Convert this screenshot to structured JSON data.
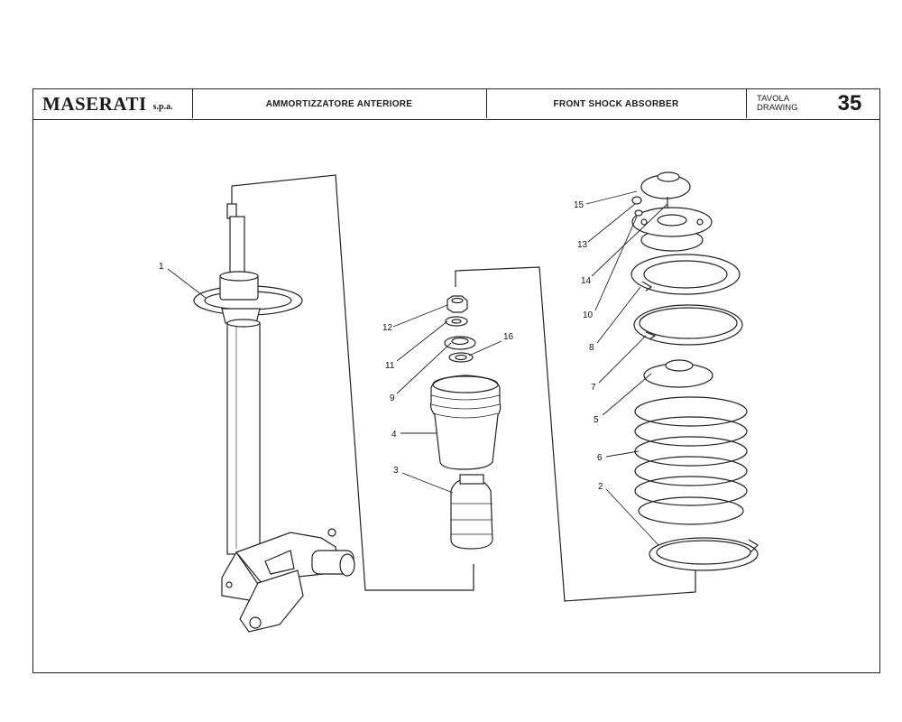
{
  "header": {
    "brand": "MASERATI",
    "brand_suffix": "s.p.a.",
    "title_it": "AMMORTIZZATORE ANTERIORE",
    "title_en": "FRONT SHOCK ABSORBER",
    "tavola_label": "TAVOLA",
    "drawing_label": "DRAWING",
    "drawing_number": "35"
  },
  "callouts": [
    "1",
    "2",
    "3",
    "4",
    "5",
    "6",
    "7",
    "8",
    "9",
    "10",
    "11",
    "12",
    "13",
    "14",
    "15",
    "16"
  ]
}
